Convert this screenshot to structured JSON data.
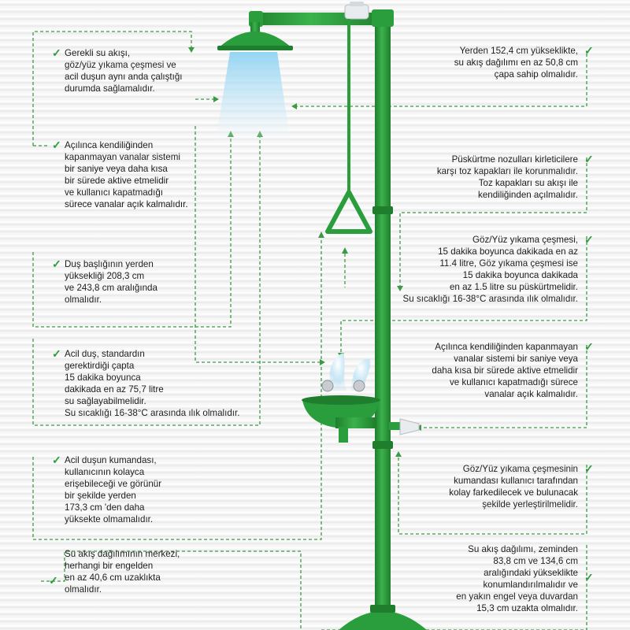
{
  "colors": {
    "equipment": "#2a9d3c",
    "equipment_dark": "#1f7e2d",
    "dashed_line": "#3c9a44",
    "check": "#2e9a3d",
    "text": "#1d1d1d"
  },
  "check_glyph": "✓",
  "notes_left": [
    {
      "text": "Gerekli su akışı,\ngöz/yüz yıkama çeşmesi ve\nacil duşun aynı anda çalıştığı\ndurumda sağlamalıdır."
    },
    {
      "text": "Açılınca kendiliğinden\nkapanmayan vanalar sistemi\nbir saniye veya daha kısa\nbir sürede aktive etmelidir\nve kullanıcı kapatmadığı\nsürece vanalar açık kalmalıdır."
    },
    {
      "text": "Duş başlığının yerden\nyüksekliği 208,3 cm\nve 243,8 cm aralığında\nolmalıdır."
    },
    {
      "text": "Acil duş, standardın\ngerektirdiği çapta\n15 dakika boyunca\ndakikada en az 75,7 litre\nsu sağlayabilmelidir.\nSu sıcaklığı 16-38°C arasında ılık olmalıdır."
    },
    {
      "text": "Acil duşun kumandası,\nkullanıcının kolayca\nerişebileceği ve görünür\nbir şekilde yerden\n173,3 cm 'den daha\nyüksekte olmamalıdır."
    },
    {
      "text": "Su akış dağılımının merkezi,\nherhangi bir engelden\nen az 40,6 cm uzaklıkta\nolmalıdır."
    }
  ],
  "notes_right": [
    {
      "text": "Yerden 152,4 cm yükseklikte,\nsu akış dağılımı en az 50,8 cm\nçapa sahip olmalıdır."
    },
    {
      "text": "Püskürtme nozulları kirleticilere\nkarşı toz kapakları ile korunmalıdır.\nToz kapakları su akışı ile\nkendiliğinden açılmalıdır."
    },
    {
      "text": "Göz/Yüz yıkama çeşmesi,\n15 dakika boyunca dakikada en az\n11.4 litre, Göz yıkama çeşmesi ise\n15 dakika boyunca dakikada\nen az 1.5 litre su püskürtmelidir.\nSu sıcaklığı 16-38°C arasında ılık olmalıdır."
    },
    {
      "text": "Açılınca kendiliğinden kapanmayan\nvanalar sistemi bir saniye veya\ndaha kısa bir sürede aktive etmelidir\nve kullanıcı kapatmadığı sürece\nvanalar açık kalmalıdır."
    },
    {
      "text": "Göz/Yüz yıkama çeşmesinin\nkumandası kullanıcı tarafından\nkolay farkedilecek ve bulunacak\nşekilde yerleştirilmelidir."
    },
    {
      "text": "Su akış dağılımı, zeminden\n83,8 cm ve 134,6 cm\naralığındaki yükseklikte\nkonumlandırılmalıdır ve\nen yakın engel veya duvardan\n15,3 cm uzakta olmalıdır."
    }
  ]
}
